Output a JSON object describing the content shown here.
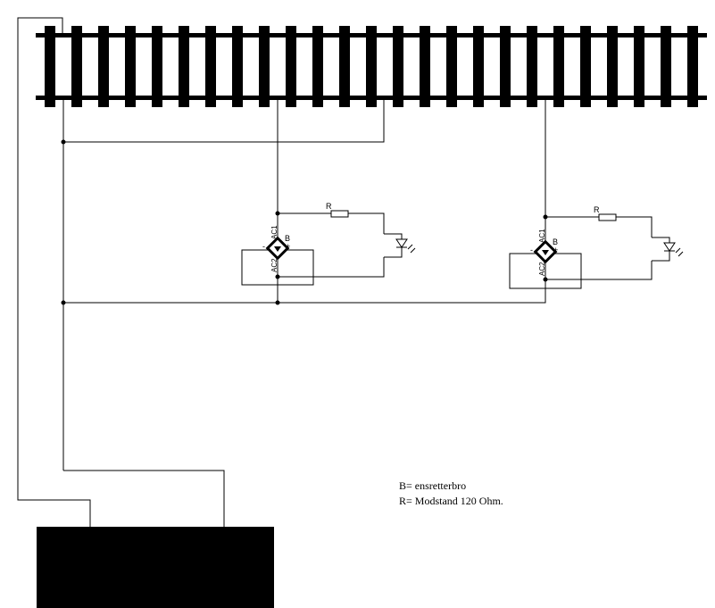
{
  "colors": {
    "ink": "#000000",
    "background": "#ffffff"
  },
  "circuit_1": {
    "resistor_label": "R",
    "bridge_label": "B",
    "ac1_label": "AC1",
    "ac2_label": "AC2",
    "plus_label": "+",
    "minus_label": "-"
  },
  "circuit_2": {
    "resistor_label": "R",
    "bridge_label": "B",
    "ac1_label": "AC1",
    "ac2_label": "AC2",
    "plus_label": "+",
    "minus_label": "-"
  },
  "legend": {
    "line_1": "B= ensretterbro",
    "line_2": "R= Modstand 120 Ohm."
  }
}
